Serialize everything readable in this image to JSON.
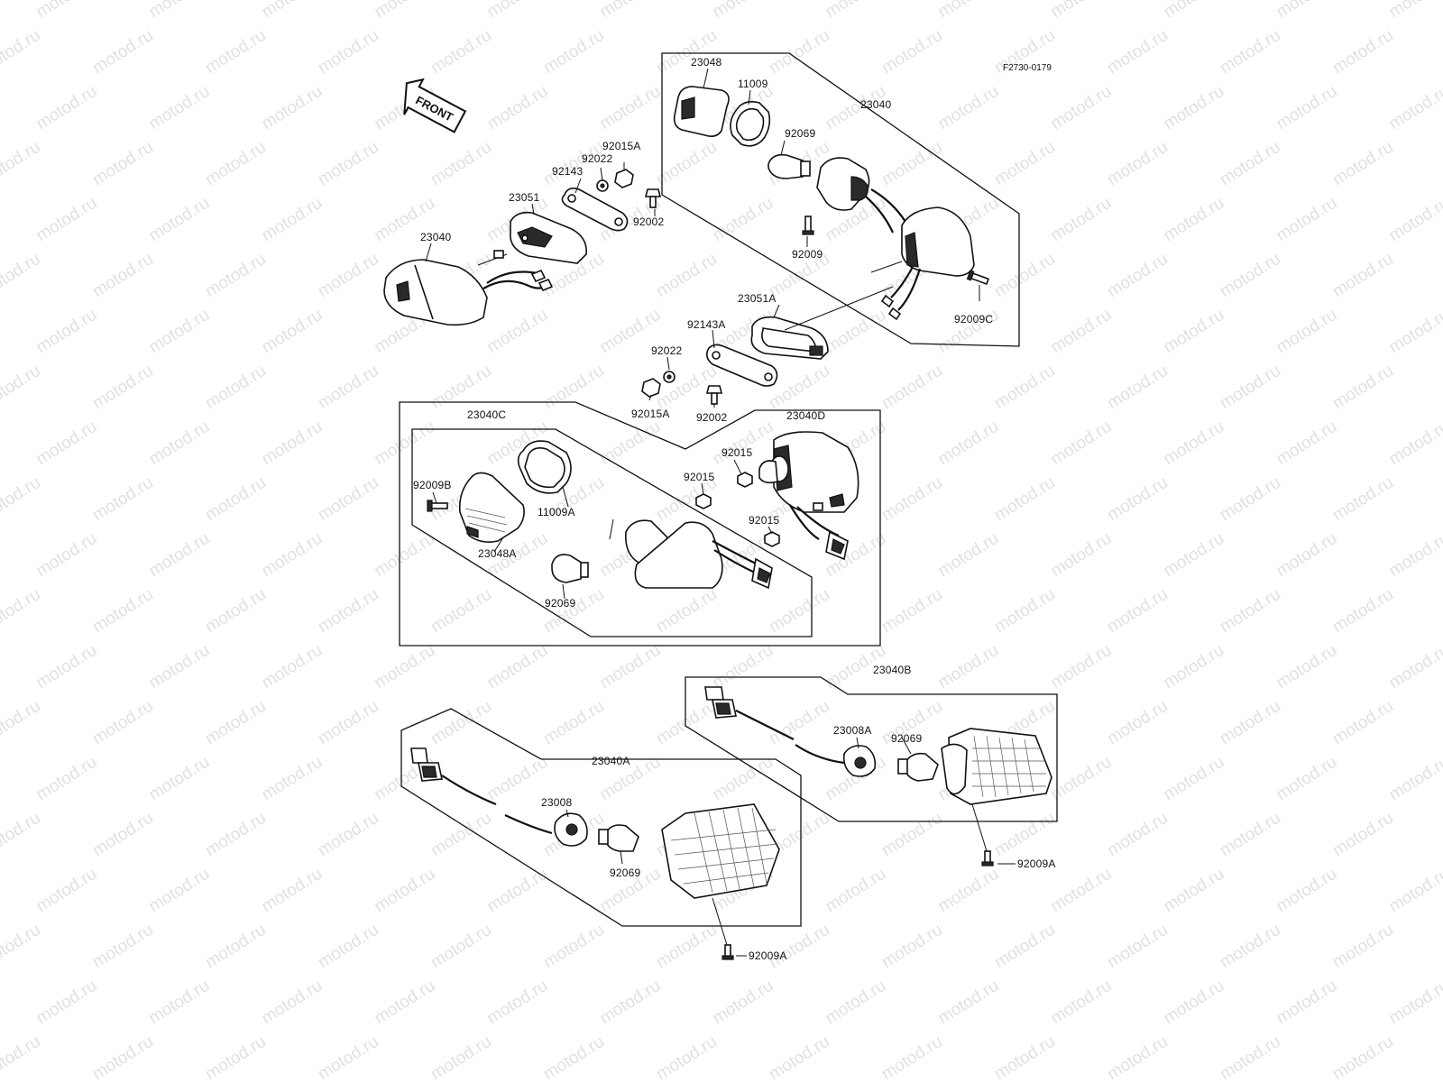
{
  "drawing_ref": "F2730-0179",
  "front_marker": "FRONT",
  "watermark": "motod.ru",
  "colors": {
    "ink": "#111111",
    "paper": "#ffffff",
    "watermark": "#c9c9c9"
  },
  "parts": {
    "p23048": "23048",
    "p11009": "11009",
    "p23040_top": "23040",
    "p92069_top": "92069",
    "p92009": "92009",
    "p92009C": "92009C",
    "p23051A": "23051A",
    "p92143A": "92143A",
    "p92022_mid": "92022",
    "p92015A_mid": "92015A",
    "p92002_mid": "92002",
    "p92015A_top": "92015A",
    "p92022_top": "92022",
    "p92143": "92143",
    "p23051": "23051",
    "p92002_top": "92002",
    "p23040_left": "23040",
    "p23040C": "23040C",
    "p23040D": "23040D",
    "p92015_a": "92015",
    "p92015_b": "92015",
    "p92015_c": "92015",
    "p92009B": "92009B",
    "p11009A": "11009A",
    "p23048A": "23048A",
    "p92069_mid": "92069",
    "p23040B": "23040B",
    "p23008A": "23008A",
    "p92069_b": "92069",
    "p92009A_b": "92009A",
    "p23040A": "23040A",
    "p23008": "23008",
    "p92069_a": "92069",
    "p92009A_a": "92009A"
  }
}
